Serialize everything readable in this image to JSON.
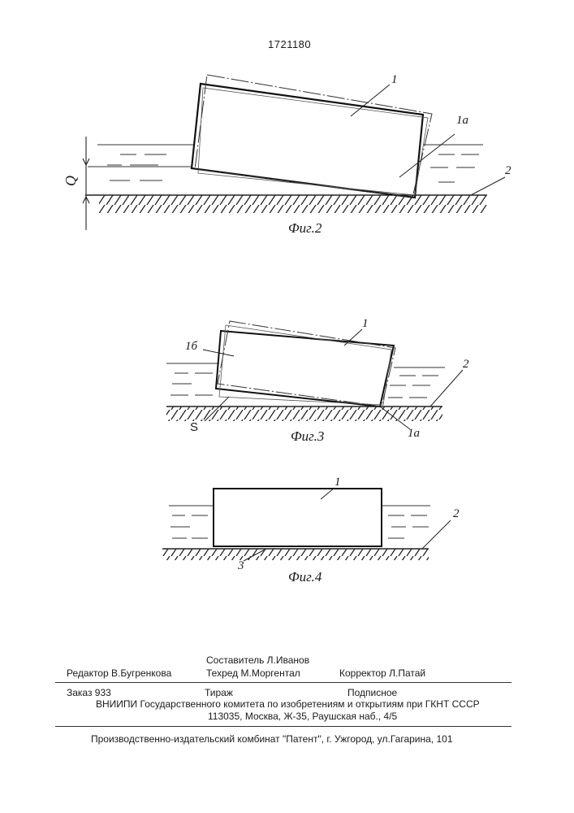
{
  "header": {
    "patent_number": "1721180"
  },
  "fig2": {
    "caption": "Фиг.2",
    "label_block": "1",
    "label_block_alt": "1a",
    "label_ground": "2",
    "label_draft": "Q"
  },
  "fig3": {
    "caption": "Фиг.3",
    "label_block": "1",
    "label_block_b": "1б",
    "label_ground": "2",
    "label_s": "S",
    "label_block_alt": "1a"
  },
  "fig4": {
    "caption": "Фиг.4",
    "label_block": "1",
    "label_ground": "2",
    "label_base": "3"
  },
  "imprint": {
    "editor": "Редактор  В.Бугренкова",
    "compiler": "Составитель  Л.Иванов",
    "techred": "Техред М.Моргентал",
    "corrector": "Корректор  Л.Патай",
    "order": "Заказ 933",
    "circulation": "Тираж",
    "subscription": "Подписное",
    "org_line1": "ВНИИПИ Государственного комитета по изобретениям и открытиям при ГКНТ СССР",
    "org_line2": "113035, Москва, Ж-35, Раушская наб., 4/5",
    "printer": "Производственно-издательский комбинат \"Патент\", г. Ужгород, ул.Гагарина, 101"
  }
}
